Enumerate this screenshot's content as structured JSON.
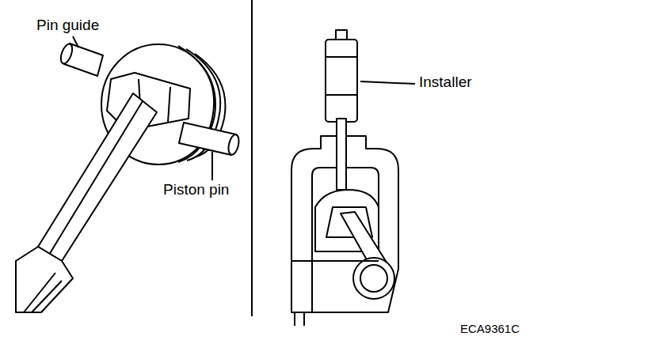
{
  "diagram": {
    "labels": [
      "Pin guide",
      "Piston pin",
      "Installer",
      "ECA9361C"
    ]
  }
}
